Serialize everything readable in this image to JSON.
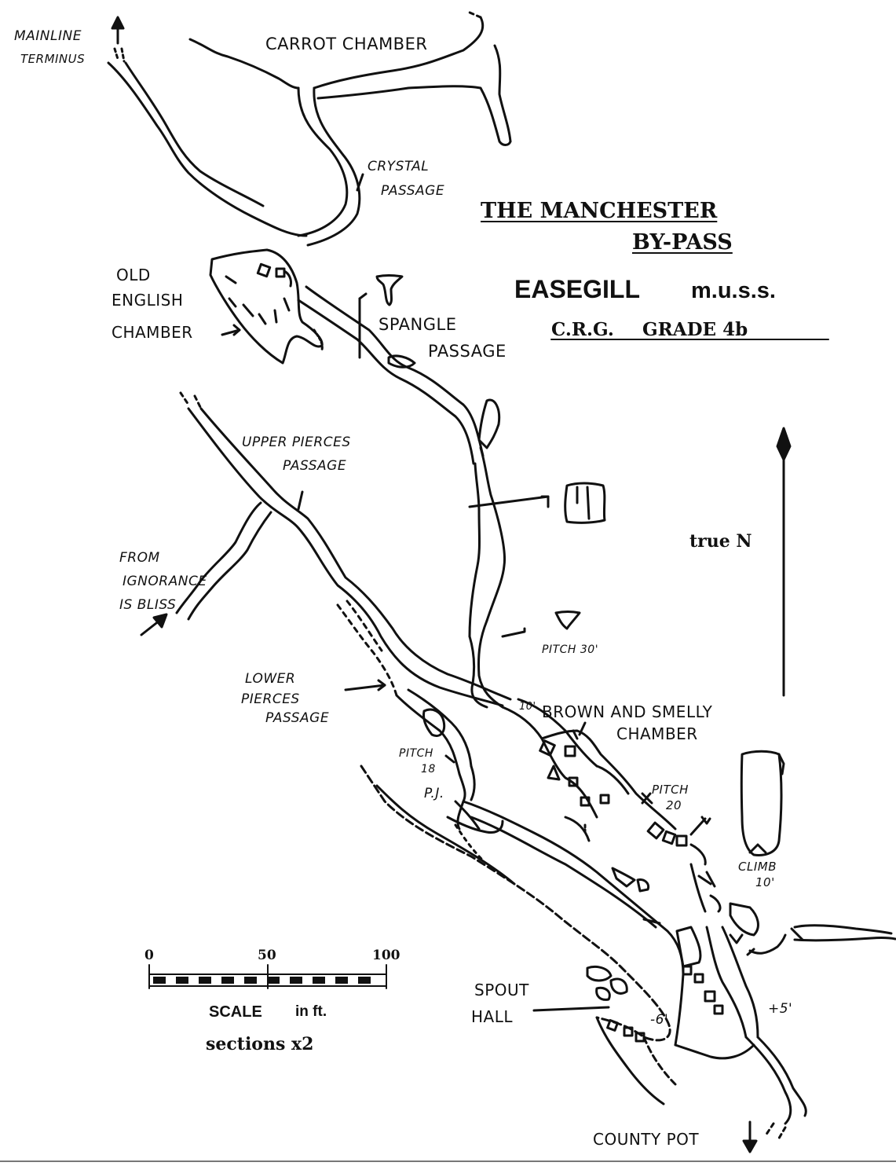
{
  "title": {
    "line1": "THE MANCHESTER",
    "line2": "BY-PASS",
    "cave": "EASEGILL",
    "club": "m.u.s.s.",
    "grade_prefix": "C.R.G.",
    "grade": "GRADE 4b"
  },
  "north": {
    "label": "true N"
  },
  "scale": {
    "ticks": [
      "0",
      "50",
      "100"
    ],
    "label": "SCALE",
    "unit": "in ft.",
    "sections": "sections x2"
  },
  "labels": {
    "mainline_1": "MAINLINE",
    "mainline_2": "TERMINUS",
    "carrot": "CARROT CHAMBER",
    "crystal_1": "CRYSTAL",
    "crystal_2": "PASSAGE",
    "old_1": "OLD",
    "old_2": "ENGLISH",
    "old_3": "CHAMBER",
    "spangle_1": "SPANGLE",
    "spangle_2": "PASSAGE",
    "upper_1": "UPPER PIERCES",
    "upper_2": "PASSAGE",
    "from_1": "FROM",
    "from_2": "IGNORANCE",
    "from_3": "IS BLISS",
    "lower_1": "LOWER",
    "lower_2": "PIERCES",
    "lower_3": "PASSAGE",
    "pitch30": "PITCH 30'",
    "pitch18_1": "PITCH",
    "pitch18_2": "18",
    "pj": "P.J.",
    "h10": "10'",
    "brown_1": "BROWN AND SMELLY",
    "brown_2": "CHAMBER",
    "pitch20_1": "PITCH",
    "pitch20_2": "20",
    "climb_1": "CLIMB",
    "climb_2": "10'",
    "spout_1": "SPOUT",
    "spout_2": "HALL",
    "minus6": "-6'",
    "plus5": "+5'",
    "county": "COUNTY POT"
  },
  "colors": {
    "ink": "#111111",
    "paper": "#ffffff"
  }
}
